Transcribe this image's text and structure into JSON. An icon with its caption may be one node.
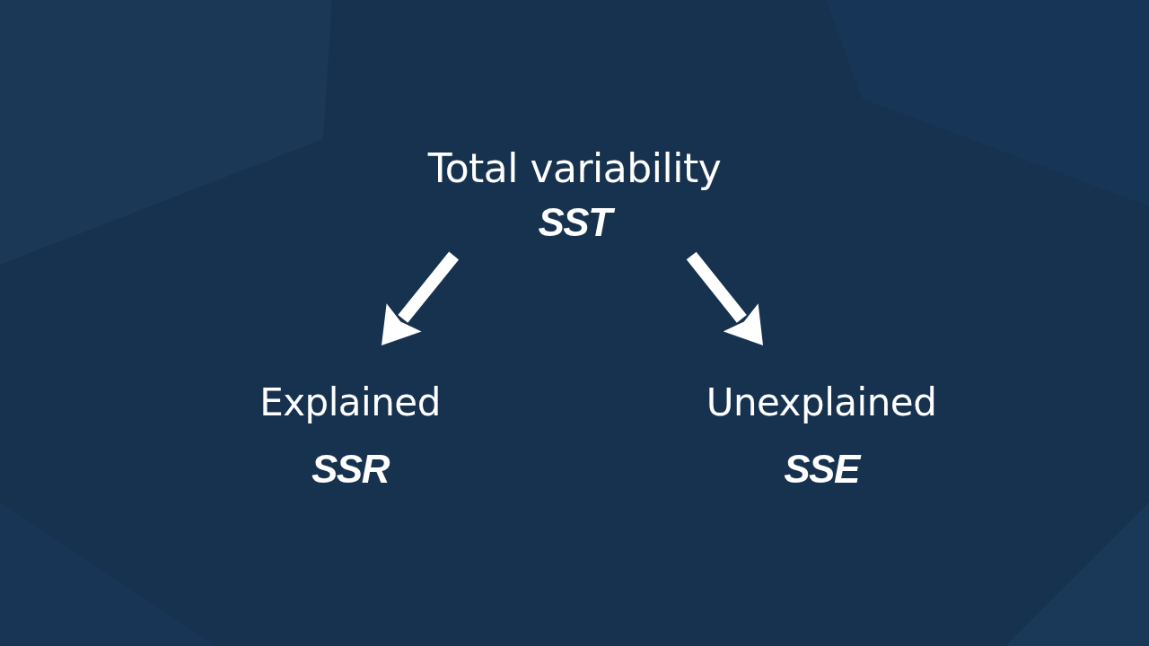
{
  "diagram": {
    "nodes": [
      {
        "text": [
          "Total variability",
          "SST"
        ]
      },
      {
        "text": [
          "Explained",
          "SSR"
        ]
      },
      {
        "text": [
          "Unexplained",
          "SSE"
        ]
      }
    ],
    "edges": [
      {
        "from": 0,
        "to": 1,
        "arrow": "to"
      },
      {
        "from": 0,
        "to": 2,
        "arrow": "to"
      }
    ]
  }
}
